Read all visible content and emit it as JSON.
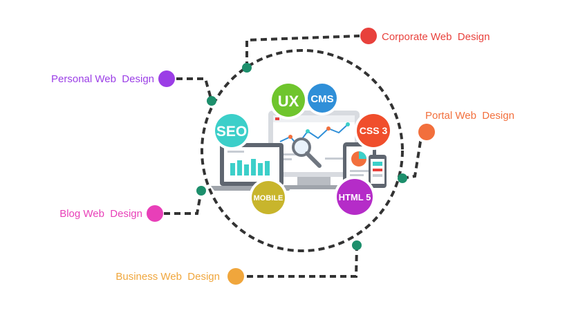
{
  "colors": {
    "corporate": "#e8413c",
    "personal": "#9b3ee6",
    "portal": "#f26f3c",
    "blog": "#e83fb8",
    "business": "#f0a63c",
    "connector": "#1d8f6c",
    "dash": "#333333",
    "seo": "#3ccfc9",
    "ux": "#6fc52d",
    "cms": "#2f8fd8",
    "css3": "#f04e2c",
    "mobile": "#c8b52c",
    "html5": "#b52cc8"
  },
  "labels": {
    "corporate": "Corporate Web  Design",
    "personal": "Personal Web  Design",
    "portal": "Portal Web  Design",
    "blog": "Blog Web  Design",
    "business": "Business Web  Design"
  },
  "badges": {
    "ux": "UX",
    "cms": "CMS",
    "seo": "SEO",
    "css3": "CSS 3",
    "mobile": "MOBILE",
    "html5": "HTML 5"
  }
}
